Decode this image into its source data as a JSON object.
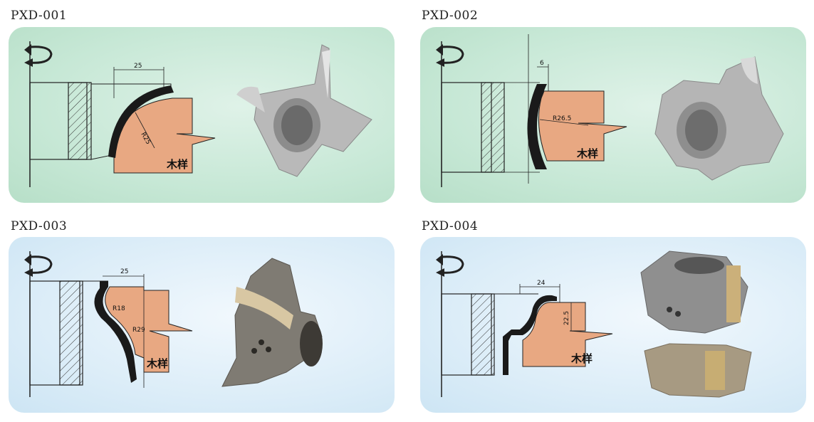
{
  "products": [
    {
      "code": "PXD-001",
      "width_dim": "25",
      "radius_dim": "R25",
      "wood_label": "木样",
      "background": "green"
    },
    {
      "code": "PXD-002",
      "width_dim": "6",
      "radius_dim": "R26.5",
      "wood_label": "木样",
      "background": "green"
    },
    {
      "code": "PXD-003",
      "width_dim": "25",
      "radius_dims": [
        "R18",
        "R29"
      ],
      "wood_label": "木样",
      "background": "blue"
    },
    {
      "code": "PXD-004",
      "width_dim": "24",
      "height_dim": "22.5",
      "wood_label": "木样",
      "background": "blue"
    }
  ],
  "colors": {
    "green_panel": "#c7e8d6",
    "blue_panel": "#dcedf8",
    "wood": "#e8a882",
    "cutter_profile": "#1a1a1a"
  }
}
